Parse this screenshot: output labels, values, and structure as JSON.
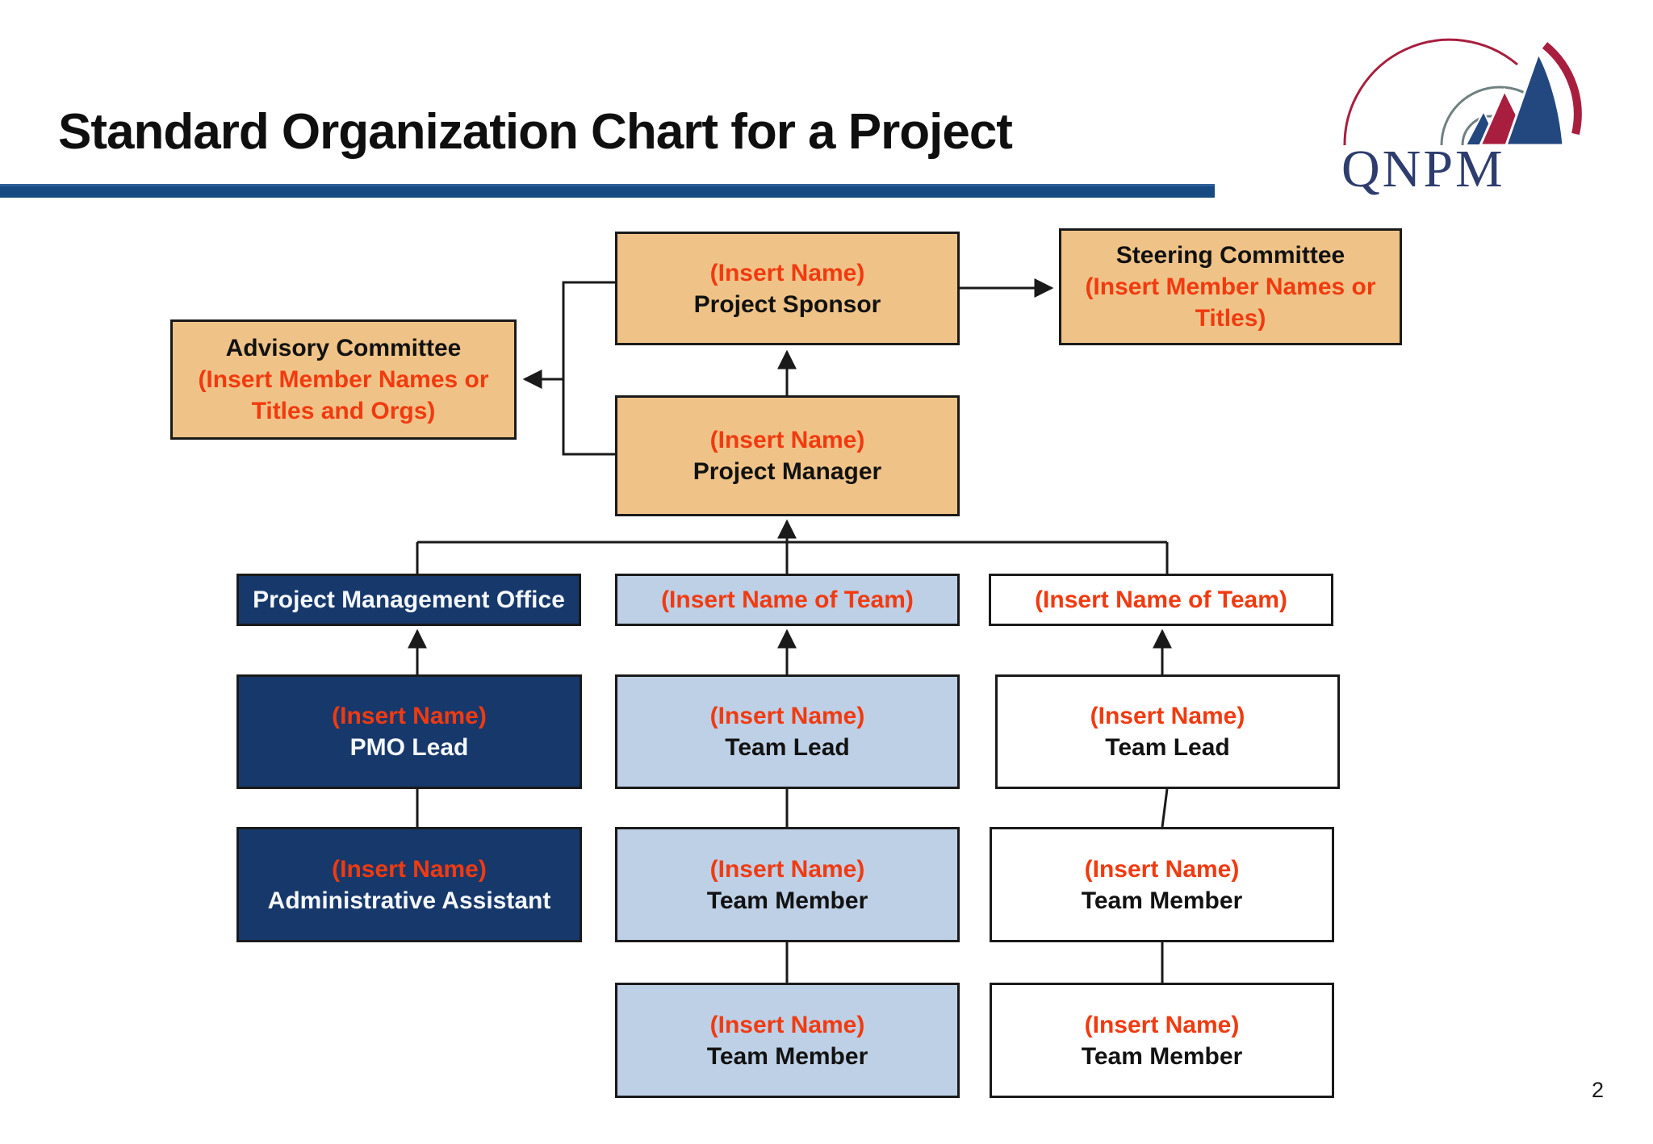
{
  "page": {
    "title": "Standard Organization Chart for a Project",
    "page_number": "2"
  },
  "logo": {
    "text": "QNPM"
  },
  "colors": {
    "box_tan": "#efc387",
    "box_navy": "#17386b",
    "box_lightblue": "#bdd0e6",
    "box_white": "#ffffff",
    "insert_text_red": "#f13a10",
    "title_bar_blue": "#174a80",
    "connector_black": "#1a1a1a",
    "logo_crimson": "#a81e3f",
    "logo_blue": "#23487f"
  },
  "boxes": {
    "project_sponsor": {
      "line1": "(Insert Name)",
      "line2": "Project Sponsor"
    },
    "steering_committee": {
      "line1": "Steering Committee",
      "line2": "(Insert Member Names or Titles)"
    },
    "advisory_committee": {
      "line1": "Advisory Committee",
      "line2": "(Insert Member Names or Titles and Orgs)"
    },
    "project_manager": {
      "line1": "(Insert Name)",
      "line2": "Project Manager"
    },
    "pmo_header": {
      "label": "Project Management Office"
    },
    "team1_header": {
      "label": "(Insert Name of Team)"
    },
    "team2_header": {
      "label": "(Insert Name of Team)"
    },
    "pmo_lead": {
      "line1": "(Insert Name)",
      "line2": "PMO Lead"
    },
    "team1_lead": {
      "line1": "(Insert Name)",
      "line2": "Team Lead"
    },
    "team2_lead": {
      "line1": "(Insert Name)",
      "line2": "Team Lead"
    },
    "pmo_admin": {
      "line1": "(Insert Name)",
      "line2": "Administrative Assistant"
    },
    "team1_member1": {
      "line1": "(Insert Name)",
      "line2": "Team Member"
    },
    "team2_member1": {
      "line1": "(Insert Name)",
      "line2": "Team Member"
    },
    "team1_member2": {
      "line1": "(Insert Name)",
      "line2": "Team Member"
    },
    "team2_member2": {
      "line1": "(Insert Name)",
      "line2": "Team Member"
    }
  }
}
